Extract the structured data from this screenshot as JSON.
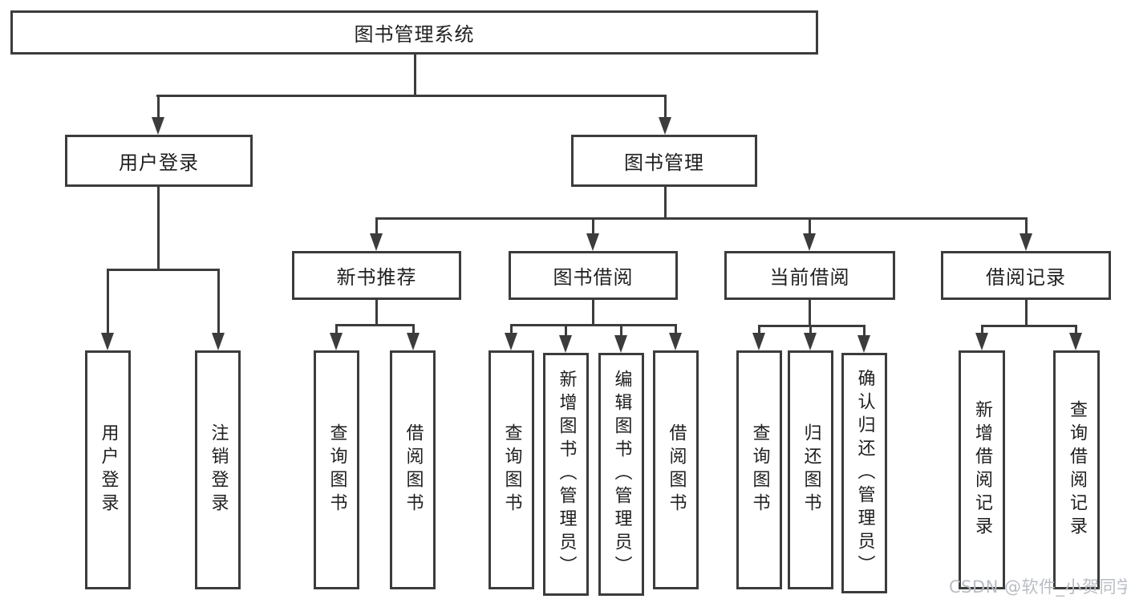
{
  "tree": {
    "root": {
      "label": "图书管理系统"
    },
    "branches": [
      {
        "label": "用户登录",
        "children": [
          {
            "label": "用户登录"
          },
          {
            "label": "注销登录"
          }
        ]
      },
      {
        "label": "图书管理",
        "children": [
          {
            "label": "新书推荐",
            "children": [
              {
                "label": "查询图书"
              },
              {
                "label": "借阅图书"
              }
            ]
          },
          {
            "label": "图书借阅",
            "children": [
              {
                "label": "查询图书"
              },
              {
                "label": "新增图书（管理员）"
              },
              {
                "label": "编辑图书（管理员）"
              },
              {
                "label": "借阅图书"
              }
            ]
          },
          {
            "label": "当前借阅",
            "children": [
              {
                "label": "查询图书"
              },
              {
                "label": "归还图书"
              },
              {
                "label": "确认归还（管理员）"
              }
            ]
          },
          {
            "label": "借阅记录",
            "children": [
              {
                "label": "新增借阅记录"
              },
              {
                "label": "查询借阅记录"
              }
            ]
          }
        ]
      }
    ]
  },
  "watermark": "CSDN @软件_小贺同学",
  "colors": {
    "line": "#3c3c3c",
    "text": "#1f1f1f",
    "watermark": "#b9bdc4",
    "background": "#ffffff"
  }
}
